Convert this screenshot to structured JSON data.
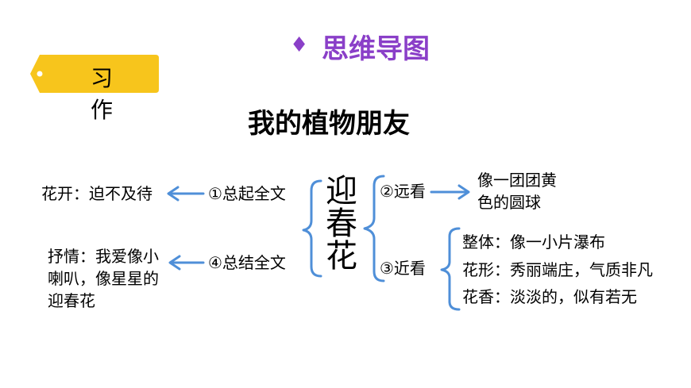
{
  "section_tag": "习作",
  "header": {
    "bullet": "♦",
    "title": "思维导图"
  },
  "main_title": "我的植物朋友",
  "center": [
    "迎",
    "春",
    "花"
  ],
  "left": [
    {
      "label": "①总起全文",
      "content": [
        "花开：迫不及待"
      ]
    },
    {
      "label": "④总结全文",
      "content": [
        "抒情：我爱像小",
        "喇叭，像星星的",
        "迎春花"
      ]
    }
  ],
  "right": [
    {
      "label": "②远看",
      "content": [
        "像一团团黄",
        "色的圆球"
      ]
    },
    {
      "label": "③近看",
      "content": [
        "整体：像一小片瀑布",
        "花形：秀丽端庄，气质非凡",
        "花香：淡淡的，似有若无"
      ]
    }
  ],
  "colors": {
    "accent_purple": "#8a3fc8",
    "tag_yellow": "#f7c51c",
    "line_blue": "#4f8fd8"
  }
}
